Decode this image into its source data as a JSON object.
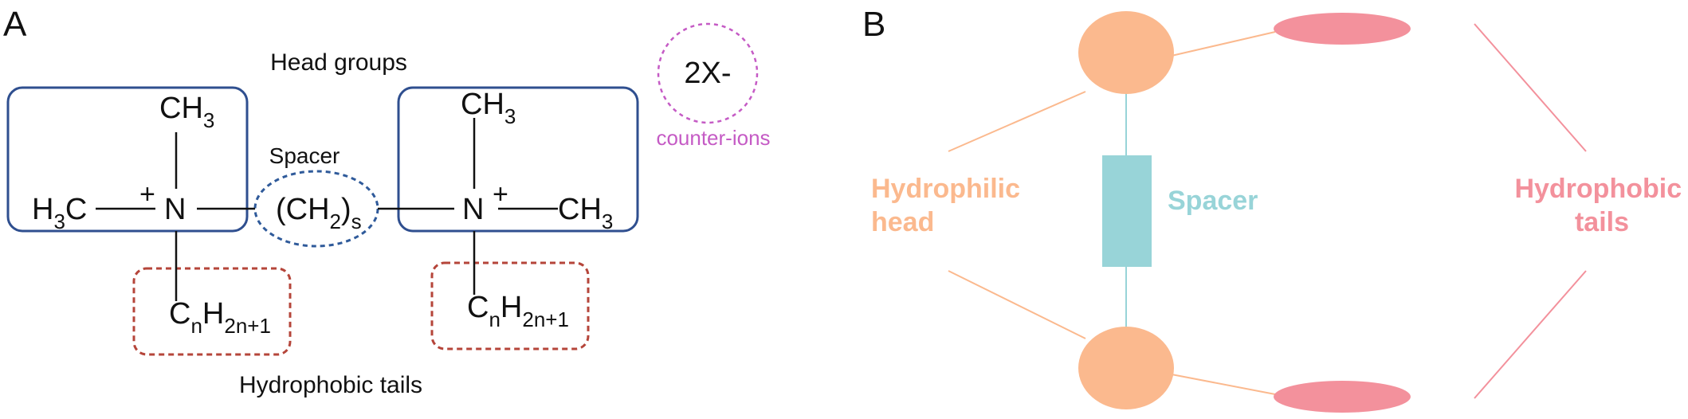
{
  "panel_a": {
    "letter": "A",
    "head_groups_label": "Head groups",
    "spacer_label": "Spacer",
    "hydrophobic_tails_label": "Hydrophobic tails",
    "counter_ions_label": "counter-ions",
    "counter_ions_formula": "2X-",
    "left_head": {
      "top_group": {
        "base": "CH",
        "sub": "3"
      },
      "left_group": {
        "base": "H",
        "sub": "3",
        "tail": "C"
      },
      "charge": "+",
      "nitrogen": "N"
    },
    "right_head": {
      "top_group": {
        "base": "CH",
        "sub": "3"
      },
      "right_group": {
        "base": "CH",
        "sub": "3"
      },
      "charge": "+",
      "nitrogen": "N"
    },
    "spacer_formula": {
      "base": "(CH",
      "sub1": "2",
      "close": ")",
      "sub2": "s"
    },
    "tail_formula": {
      "c": "C",
      "n": "n",
      "h": "H",
      "sub": "2n+1"
    }
  },
  "panel_b": {
    "letter": "B",
    "hydrophilic_head_line1": "Hydrophilic",
    "hydrophilic_head_line2": "head",
    "spacer_label": "Spacer",
    "hydrophobic_tails_line1": "Hydrophobic",
    "hydrophobic_tails_line2": "tails"
  },
  "colors": {
    "head_box": "#2f4f8f",
    "spacer_ellipse": "#2f5a9a",
    "tail_box": "#b5453a",
    "counter_ion": "#c55bc5",
    "hydrophilic": "#fbb98e",
    "spacer_teal": "#98d4d8",
    "hydrophobic": "#f3919c"
  }
}
